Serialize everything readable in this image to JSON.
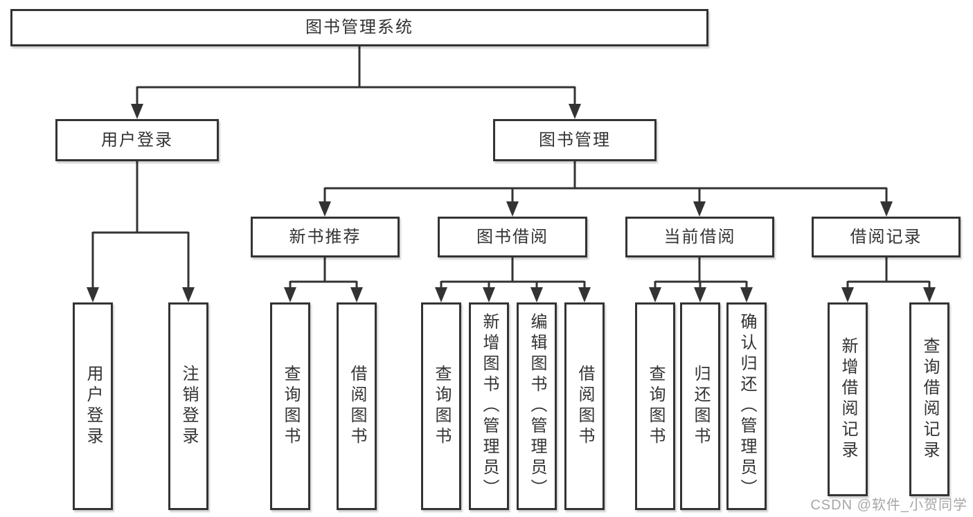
{
  "colors": {
    "line": "#333333",
    "box_border": "#333333",
    "text": "#333333",
    "background": "#ffffff",
    "watermark": "#a6a6a6"
  },
  "watermark": {
    "text": "CSDN @软件_小贺同学"
  },
  "tree": {
    "root": {
      "label": "图书管理系统"
    },
    "branches": [
      {
        "label": "用户登录",
        "children": [
          {
            "label": "用户登录"
          },
          {
            "label": "注销登录"
          }
        ]
      },
      {
        "label": "图书管理",
        "children": [
          {
            "label": "新书推荐",
            "children": [
              {
                "label": "查询图书"
              },
              {
                "label": "借阅图书"
              }
            ]
          },
          {
            "label": "图书借阅",
            "children": [
              {
                "label": "查询图书"
              },
              {
                "label": "新增图书（管理员）"
              },
              {
                "label": "编辑图书（管理员）"
              },
              {
                "label": "借阅图书"
              }
            ]
          },
          {
            "label": "当前借阅",
            "children": [
              {
                "label": "查询图书"
              },
              {
                "label": "归还图书"
              },
              {
                "label": "确认归还（管理员）"
              }
            ]
          },
          {
            "label": "借阅记录",
            "children": [
              {
                "label": "新增借阅记录"
              },
              {
                "label": "查询借阅记录"
              }
            ]
          }
        ]
      }
    ]
  }
}
